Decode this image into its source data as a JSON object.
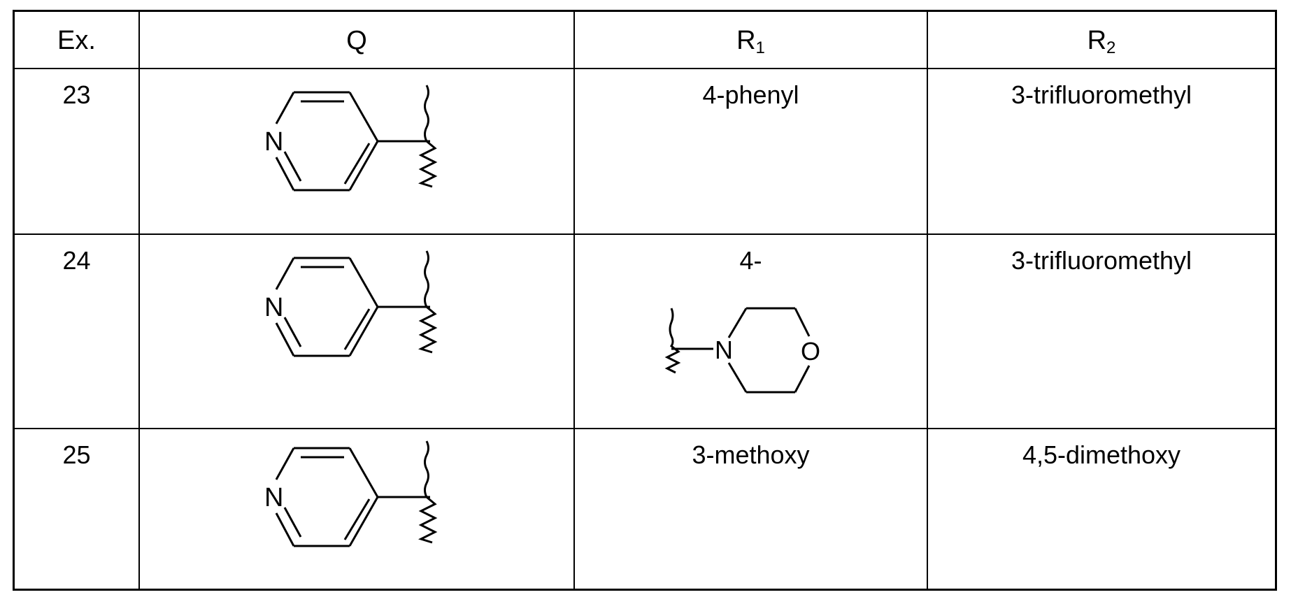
{
  "table": {
    "headers": {
      "ex": "Ex.",
      "q": "Q",
      "r1_base": "R",
      "r1_sub": "1",
      "r2_base": "R",
      "r2_sub": "2"
    },
    "rows": [
      {
        "ex": "23",
        "q": {
          "structure": "pyridin-4-yl",
          "atom_label": "N"
        },
        "r1": "4-phenyl",
        "r2": "3-trifluoromethyl"
      },
      {
        "ex": "24",
        "q": {
          "structure": "pyridin-4-yl",
          "atom_label": "N"
        },
        "r1": "4-",
        "r1_structure": {
          "name": "morpholin-4-yl",
          "n_label": "N",
          "o_label": "O"
        },
        "r2": "3-trifluoromethyl"
      },
      {
        "ex": "25",
        "q": {
          "structure": "pyridin-4-yl",
          "atom_label": "N"
        },
        "r1": "3-methoxy",
        "r2": "4,5-dimethoxy"
      }
    ]
  }
}
